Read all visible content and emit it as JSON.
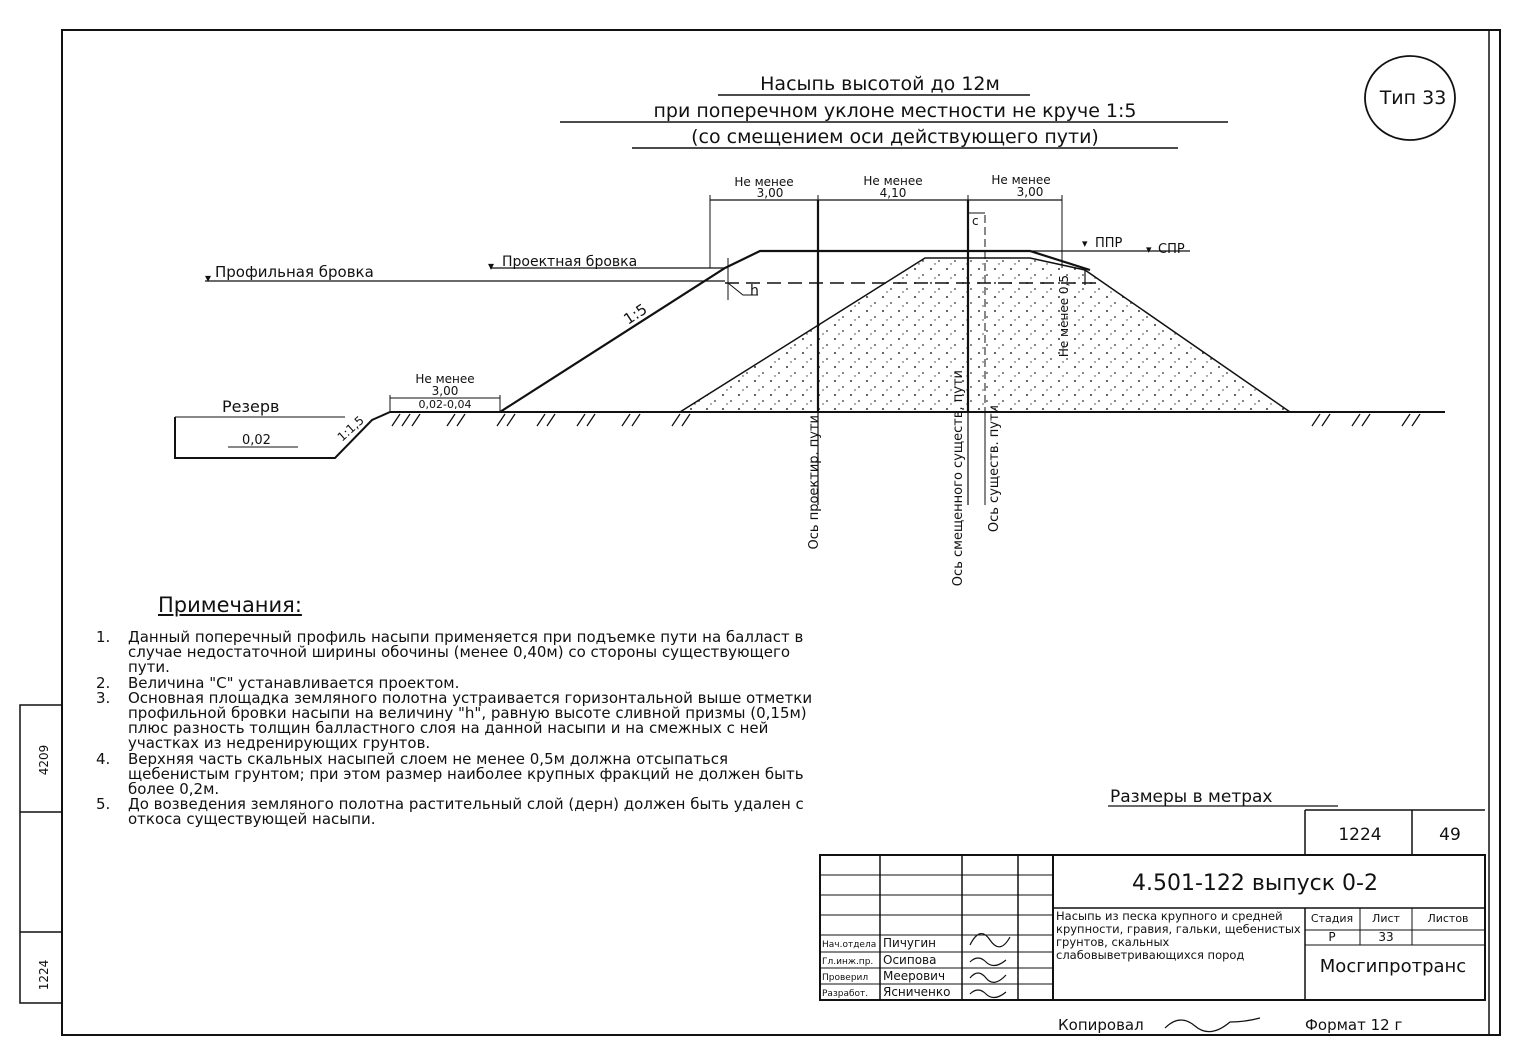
{
  "drawing": {
    "title_lines": [
      "Насыпь высотой до 12м",
      "при поперечном уклоне местности не круче 1:5",
      "(со смещением оси действующего пути)"
    ],
    "type_badge": "Тип 33",
    "labels": {
      "profile_edge": "Профильная бровка",
      "design_edge": "Проектная бровка",
      "reserve": "Резерв",
      "ppr": "ППР",
      "spr": "СПР",
      "slope_main": "1:5",
      "slope_reserve": "1:1,5",
      "reserve_grade": "0,02",
      "berm_label": "Не менее",
      "berm_width": "3,00",
      "berm_grade": "0,02-0,04",
      "h": "h",
      "c": "c",
      "dim_left_label": "Не менее",
      "dim_left_value": "3,00",
      "dim_mid_label": "Не менее",
      "dim_mid_value": "4,10",
      "dim_right_label": "Не менее",
      "dim_right_value": "3,00",
      "not_less_vertical": "Не менее 0,5",
      "axis_design": "Ось проектир. пути",
      "axis_shifted": "Ось смещенного существ. пути",
      "axis_existing": "Ось существ. пути"
    }
  },
  "notes": {
    "title": "Примечания:",
    "items": [
      {
        "n": "1.",
        "text": "Данный поперечный профиль насыпи применяется при подъемке пути на балласт в случае недостаточной ширины обочины (менее 0,40м) со стороны существующего пути."
      },
      {
        "n": "2.",
        "text": "Величина \"С\" устанавливается проектом."
      },
      {
        "n": "3.",
        "text": "Основная площадка земляного полотна устраивается горизонтальной выше отметки профильной бровки насыпи на величину \"h\", равную высоте сливной призмы (0,15м) плюс разность толщин балластного слоя на данной насыпи и на смежных с ней участках из недренирующих грунтов."
      },
      {
        "n": "4.",
        "text": "Верхняя часть скальных насыпей слоем не менее 0,5м должна отсыпаться щебенистым грунтом; при этом размер наиболее крупных фракций не должен быть более 0,2м."
      },
      {
        "n": "5.",
        "text": "До возведения земляного полотна растительный слой (дерн) должен быть удален с откоса существующей насыпи."
      }
    ]
  },
  "units_note": "Размеры в метрах",
  "title_block": {
    "top_left": "1224",
    "top_right": "49",
    "doc_code": "4.501-122 выпуск 0-2",
    "description": "Насыпь из песка крупного и средней крупности, гравия, гальки, щебенистых грунтов, скальных слабовыветривающихся пород",
    "stage_header": "Стадия",
    "sheet_header": "Лист",
    "sheets_header": "Листов",
    "stage": "Р",
    "sheet": "33",
    "organization": "Мосгипротранс",
    "signatures": [
      {
        "role": "Нач.отдела",
        "name": "Пичугин"
      },
      {
        "role": "Гл.инж.пр.",
        "name": "Осипова"
      },
      {
        "role": "Проверил",
        "name": "Меерович"
      },
      {
        "role": "Разработ.",
        "name": "Ясниченко"
      }
    ],
    "copied_label": "Копировал",
    "format_label": "Формат 12 г",
    "side_stamp_top": "4209",
    "side_stamp_bottom": "1224"
  }
}
